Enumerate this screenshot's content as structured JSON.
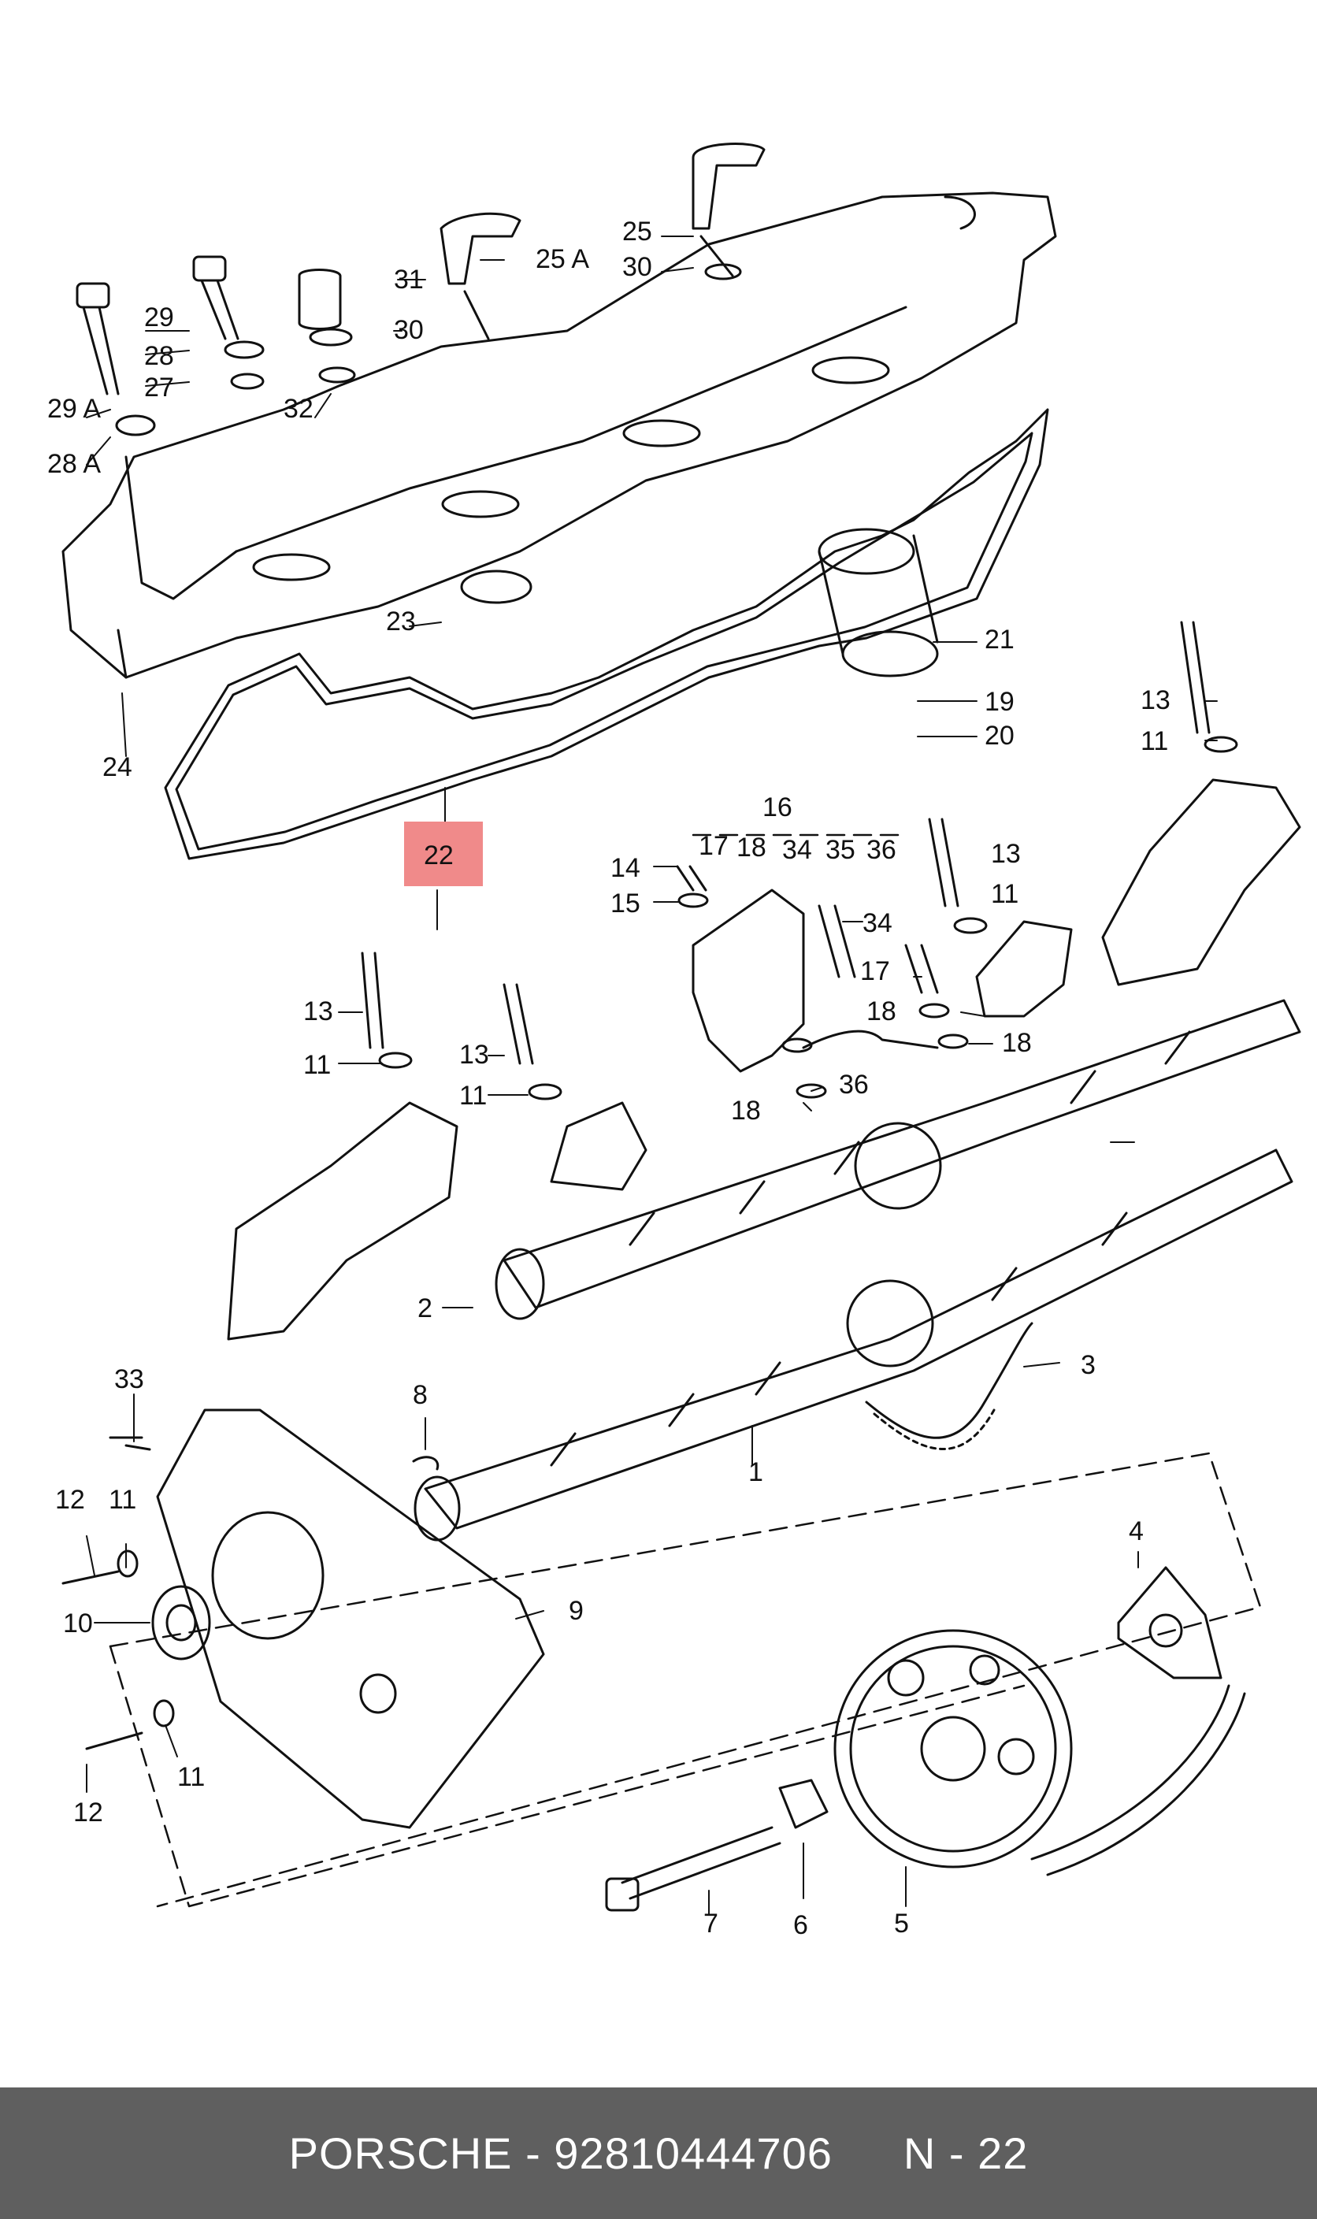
{
  "highlight_color": "#f08a8a",
  "callouts": {
    "c1": "1",
    "c2": "2",
    "c3": "3",
    "c4": "4",
    "c5": "5",
    "c6": "6",
    "c7": "7",
    "c8": "8",
    "c9": "9",
    "c10": "10",
    "c11a": "11",
    "c11b": "11",
    "c11c": "11",
    "c11d": "11",
    "c11e": "11",
    "c11f": "11",
    "c12a": "12",
    "c12b": "12",
    "c13a": "13",
    "c13b": "13",
    "c13c": "13",
    "c13d": "13",
    "c14": "14",
    "c15": "15",
    "c16": "16",
    "c16_17": "17",
    "c16_18": "18",
    "c16_34": "34",
    "c16_35": "35",
    "c16_36": "36",
    "c17": "17",
    "c18a": "18",
    "c18b": "18",
    "c18c": "18",
    "c19": "19",
    "c20": "20",
    "c21": "21",
    "c22": "22",
    "c23": "23",
    "c24": "24",
    "c25": "25",
    "c25a": "25 A",
    "c27": "27",
    "c28": "28",
    "c28a": "28 A",
    "c29": "29",
    "c29a": "29 A",
    "c30a": "30",
    "c30b": "30",
    "c31": "31",
    "c32": "32",
    "c33": "33",
    "c34": "34",
    "c36": "36"
  },
  "footer": {
    "brand": "PORSCHE",
    "part_number": "92810444706",
    "diagram_ref": "N - 22"
  }
}
